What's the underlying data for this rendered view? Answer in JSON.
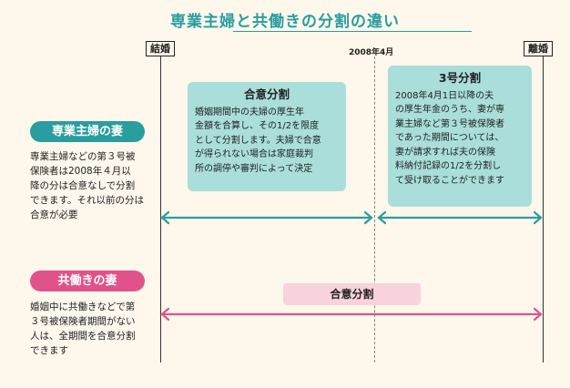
{
  "title": "専業主婦と共働きの分割の違い",
  "timeline": {
    "start_label": "結婚",
    "end_label": "離婚",
    "date_label": "2008年4月"
  },
  "sections": {
    "housewife": {
      "label": "専業主婦の妻",
      "description_lines": [
        "専業主婦などの第３号被",
        "保険者は2008年４月以",
        "降の分は合意なしで分割",
        "できます。それ以前の分は",
        "合意が必要"
      ]
    },
    "dual": {
      "label": "共働きの妻",
      "description_lines": [
        "婚姻中に共働きなどで第",
        "３号被保険者期間がない",
        "人は、全期間を合意分割",
        "できます"
      ]
    }
  },
  "boxes": {
    "agreement": {
      "title": "合意分割",
      "lines": [
        "婚姻期間中の夫婦の厚生年",
        "金額を合算し、その1/2を限度",
        "として分割します。夫婦で合意",
        "が得られない場合は家庭裁判",
        "所の調停や審判によって決定"
      ]
    },
    "no3": {
      "title": "3号分割",
      "lines": [
        "2008年4月1日以降の夫",
        "の厚生年金のうち、妻が専",
        "業主婦など第３号被保険者",
        "であった期間については、",
        "妻が請求すれば夫の保険",
        "料納付記録の1/2を分割し",
        "て受け取ることができます"
      ]
    },
    "dual_agreement": {
      "title": "合意分割"
    }
  },
  "colors": {
    "teal": "#2a9d9e",
    "pink": "#e0538a",
    "teal_box": "#a9dedb",
    "pink_box": "#f8d2dc",
    "background": "#fdf7ec"
  }
}
